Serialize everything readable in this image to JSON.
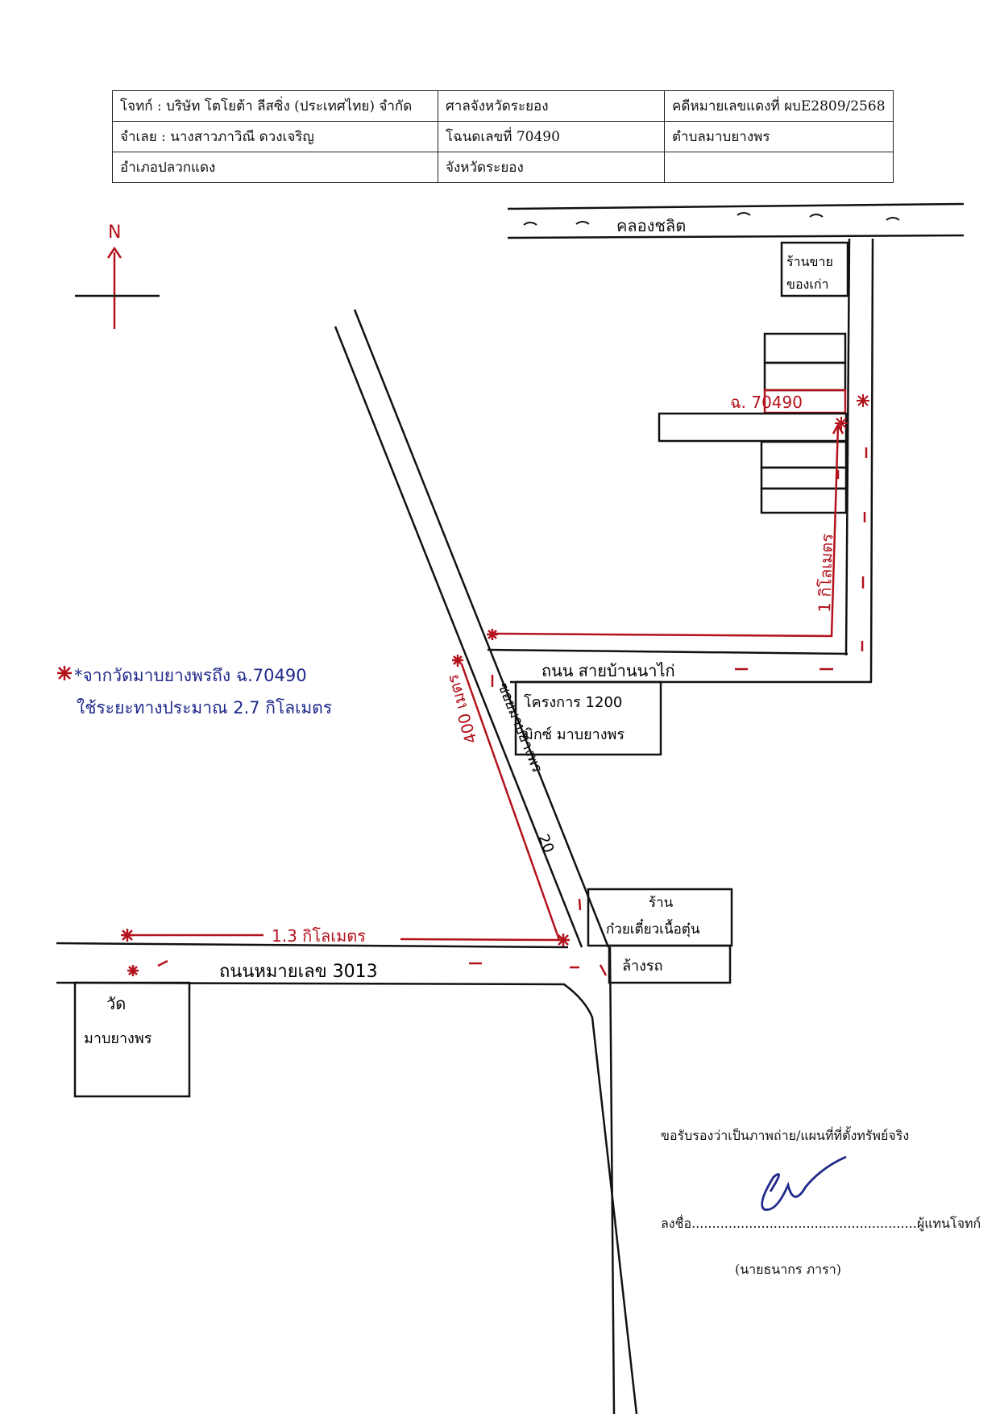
{
  "header": {
    "plaintiff": "โจทก์ : บริษัท โตโยต้า ลีสซิ่ง (ประเทศไทย) จำกัด",
    "court": "ศาลจังหวัดระยอง",
    "case_no": "คดีหมายเลขแดงที่ ผบE2809/2568",
    "defendant": "จำเลย : นางสาวภาวิณี ดวงเจริญ",
    "deed_no": "โฉนดเลขที่    70490",
    "subdistrict": "ตำบลมาบยางพร",
    "district": "อำเภอปลวกแดง",
    "province": "จังหวัดระยอง",
    "empty_cell": ""
  },
  "compass": {
    "label": "N"
  },
  "labels": {
    "canal": "คลองชลิต",
    "shop_top": "ร้านขาย",
    "shop_top_2": "ของเก่า",
    "parcel": "ฉ. 70490",
    "distance_1km": "1 กิโลเมตร",
    "road_ban_na_kai": "ถนน สายบ้านนาไก่",
    "factory_1": "โครงการ 1200",
    "factory_2": "มิกซ์ มาบยางพร",
    "soi_label_1": "ซอยมาบยางพร",
    "soi_label_2": "20",
    "distance_400m": "400 เมตร",
    "shop_mid_1": "ร้าน",
    "shop_mid_2": "ก๋วยเตี๋ยวเนื้อตุ๋น",
    "car_wash": "ล้างรถ",
    "distance_1_3km": "1.3 กิโลเมตร",
    "road_3013": "ถนนหมายเลข 3013",
    "temple_1": "วัด",
    "temple_2": "มาบยางพร"
  },
  "note": {
    "line1": "*จากวัดมาบยางพรถึง ฉ.70490",
    "line2": "ใช้ระยะทางประมาณ 2.7 กิโลเมตร"
  },
  "certification": {
    "statement": "ขอรับรองว่าเป็นภาพถ่าย/แผนที่ที่ตั้งทรัพย์จริง",
    "sign_label": "ลงชื่อ.......................................................ผู้แทนโจทก์",
    "name": "(นายธนากร ภารา)"
  },
  "colors": {
    "ink": "#111111",
    "red": "#b3121c",
    "blue": "#1f2a8a"
  }
}
